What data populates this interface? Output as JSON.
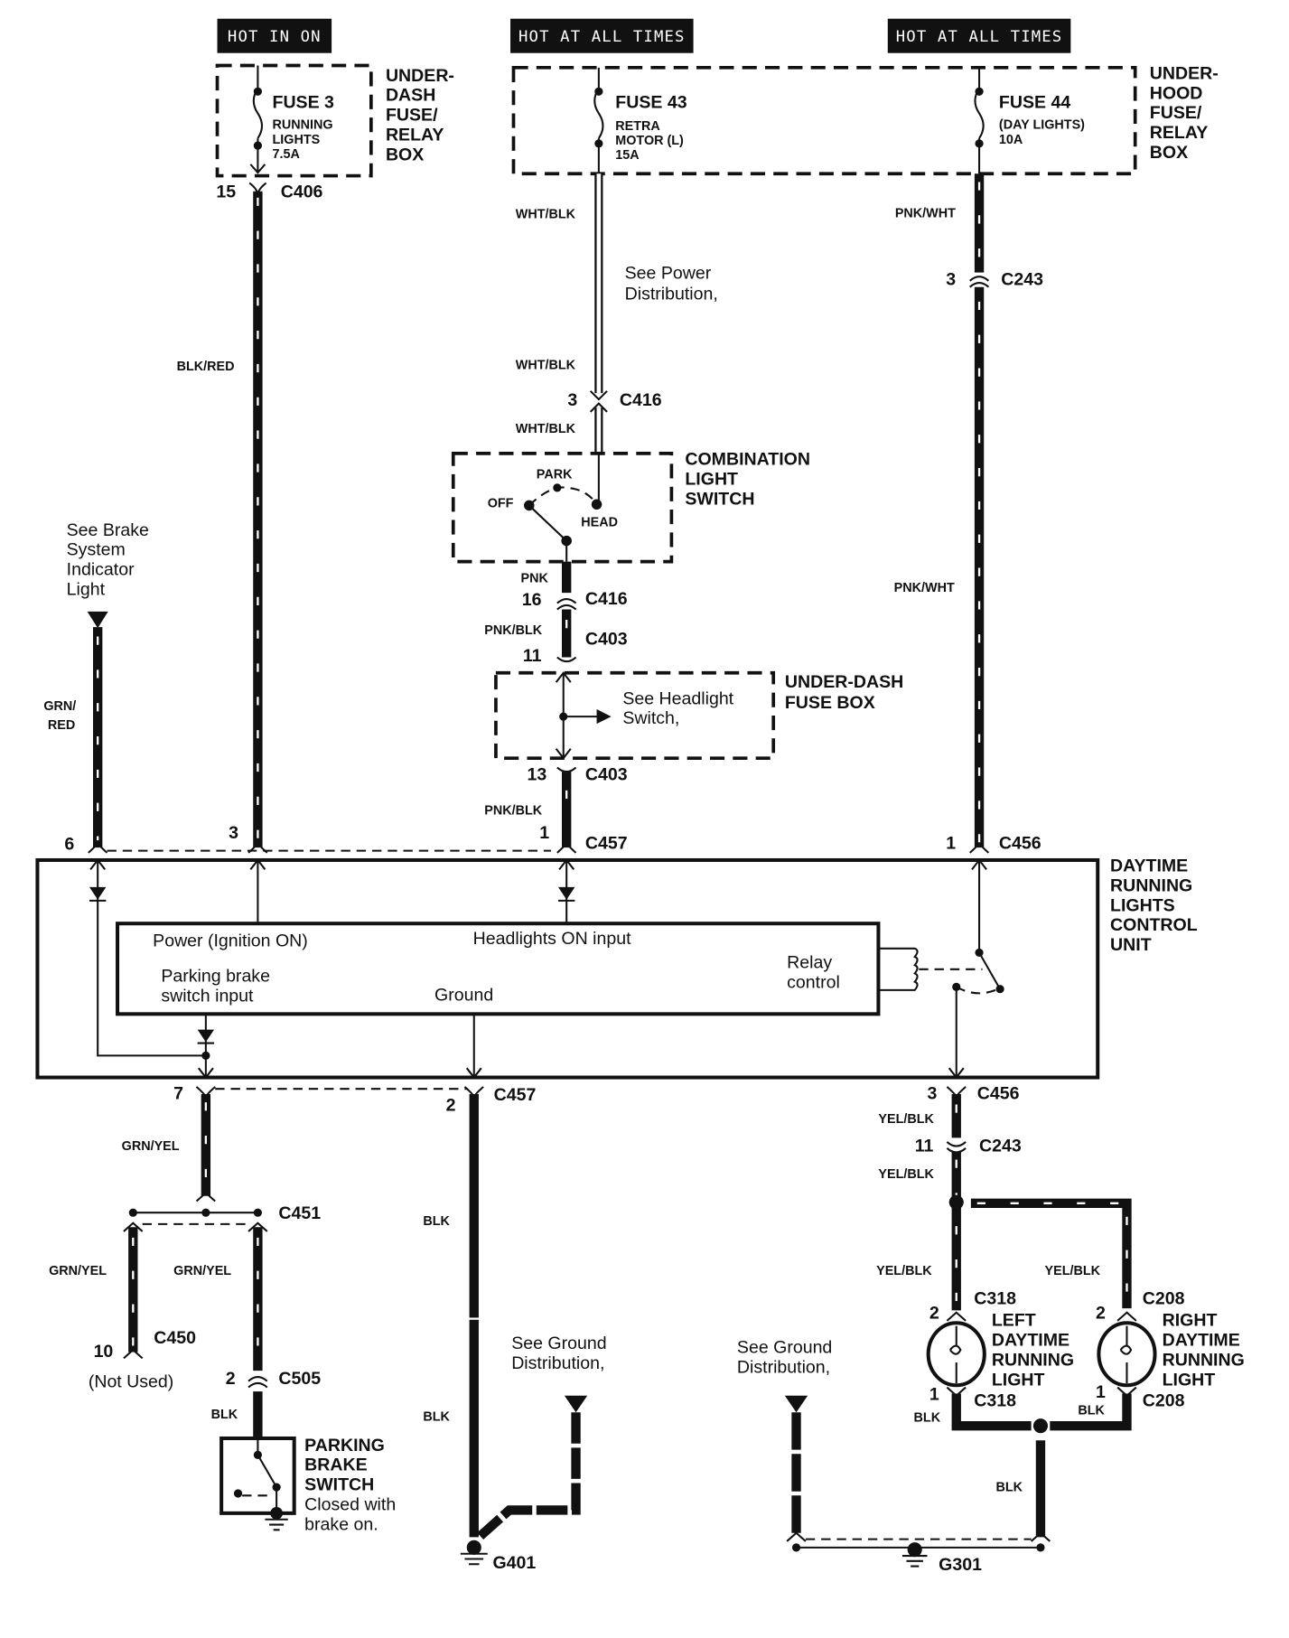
{
  "title": "Daytime Running Lights Wiring Diagram",
  "power_sources": [
    {
      "label": "HOT IN ON"
    },
    {
      "label": "HOT AT ALL TIMES"
    },
    {
      "label": "HOT AT ALL TIMES"
    }
  ],
  "fuse_boxes": {
    "under_dash_relay": {
      "name_lines": [
        "UNDER-",
        "DASH",
        "FUSE/",
        "RELAY",
        "BOX"
      ]
    },
    "under_hood_relay": {
      "name_lines": [
        "UNDER-",
        "HOOD",
        "FUSE/",
        "RELAY",
        "BOX"
      ]
    },
    "under_dash_fuse": {
      "name_lines": [
        "UNDER-DASH",
        "FUSE BOX"
      ],
      "note_lines": [
        "See Headlight",
        "Switch,"
      ]
    }
  },
  "fuses": [
    {
      "name": "FUSE 3",
      "desc_lines": [
        "RUNNING",
        "LIGHTS",
        "7.5A"
      ]
    },
    {
      "name": "FUSE 43",
      "desc_lines": [
        "RETRA",
        "MOTOR (L)",
        "15A"
      ]
    },
    {
      "name": "FUSE 44",
      "desc_lines": [
        "(DAY LIGHTS)",
        "10A"
      ]
    }
  ],
  "combination_switch": {
    "name_lines": [
      "COMBINATION",
      "LIGHT",
      "SWITCH"
    ],
    "positions": {
      "off": "OFF",
      "park": "PARK",
      "head": "HEAD"
    }
  },
  "control_unit": {
    "name_lines": [
      "DAYTIME",
      "RUNNING",
      "LIGHTS",
      "CONTROL",
      "UNIT"
    ],
    "power_label": "Power (Ignition ON)",
    "headlights_label": "Headlights ON input",
    "relay_lines": [
      "Relay",
      "control"
    ],
    "parking_lines": [
      "Parking brake",
      "switch input"
    ],
    "ground_label": "Ground"
  },
  "wire_colors": {
    "blk_red": "BLK/RED",
    "wht_blk": "WHT/BLK",
    "pnk": "PNK",
    "pnk_blk": "PNK/BLK",
    "pnk_wht": "PNK/WHT",
    "grn_red": [
      "GRN/",
      "RED"
    ],
    "grn_yel": "GRN/YEL",
    "yel_blk": "YEL/BLK",
    "blk": "BLK"
  },
  "connectors": {
    "c406": {
      "id": "C406",
      "pin": "15"
    },
    "c243_top": {
      "id": "C243",
      "pin": "3"
    },
    "c416_a": {
      "id": "C416",
      "pin": "3"
    },
    "c416_b": {
      "id": "C416",
      "pin": "16"
    },
    "c403_a": {
      "id": "C403",
      "pin": "11"
    },
    "c403_b": {
      "id": "C403",
      "pin": "13"
    },
    "c457_1": {
      "id": "C457",
      "pin": "1"
    },
    "c457_3": {
      "pin": "3"
    },
    "c457_6": {
      "pin": "6"
    },
    "c456_1": {
      "id": "C456",
      "pin": "1"
    },
    "c457_7": {
      "pin": "7"
    },
    "c457_2": {
      "id": "C457",
      "pin": "2"
    },
    "c456_3": {
      "id": "C456",
      "pin": "3"
    },
    "c243_bot": {
      "id": "C243",
      "pin": "11"
    },
    "c451": {
      "id": "C451"
    },
    "c450": {
      "id": "C450",
      "pin": "10",
      "note": "(Not Used)"
    },
    "c505": {
      "id": "C505",
      "pin": "2"
    },
    "c318_top": {
      "id": "C318",
      "pin": "2"
    },
    "c318_bot": {
      "id": "C318",
      "pin": "1"
    },
    "c208_top": {
      "id": "C208",
      "pin": "2"
    },
    "c208_bot": {
      "id": "C208",
      "pin": "1"
    }
  },
  "references": {
    "power_dist": [
      "See Power",
      "Distribution,"
    ],
    "brake_indicator": [
      "See Brake",
      "System",
      "Indicator",
      "Light"
    ],
    "ground_dist": [
      "See Ground",
      "Distribution,"
    ]
  },
  "components": {
    "parking_brake": {
      "name_lines": [
        "PARKING",
        "BRAKE",
        "SWITCH"
      ],
      "note_lines": [
        "Closed with",
        "brake on."
      ]
    },
    "left_drl": {
      "name_lines": [
        "LEFT",
        "DAYTIME",
        "RUNNING",
        "LIGHT"
      ]
    },
    "right_drl": {
      "name_lines": [
        "RIGHT",
        "DAYTIME",
        "RUNNING",
        "LIGHT"
      ]
    }
  },
  "grounds": {
    "g401": "G401",
    "g301": "G301"
  }
}
